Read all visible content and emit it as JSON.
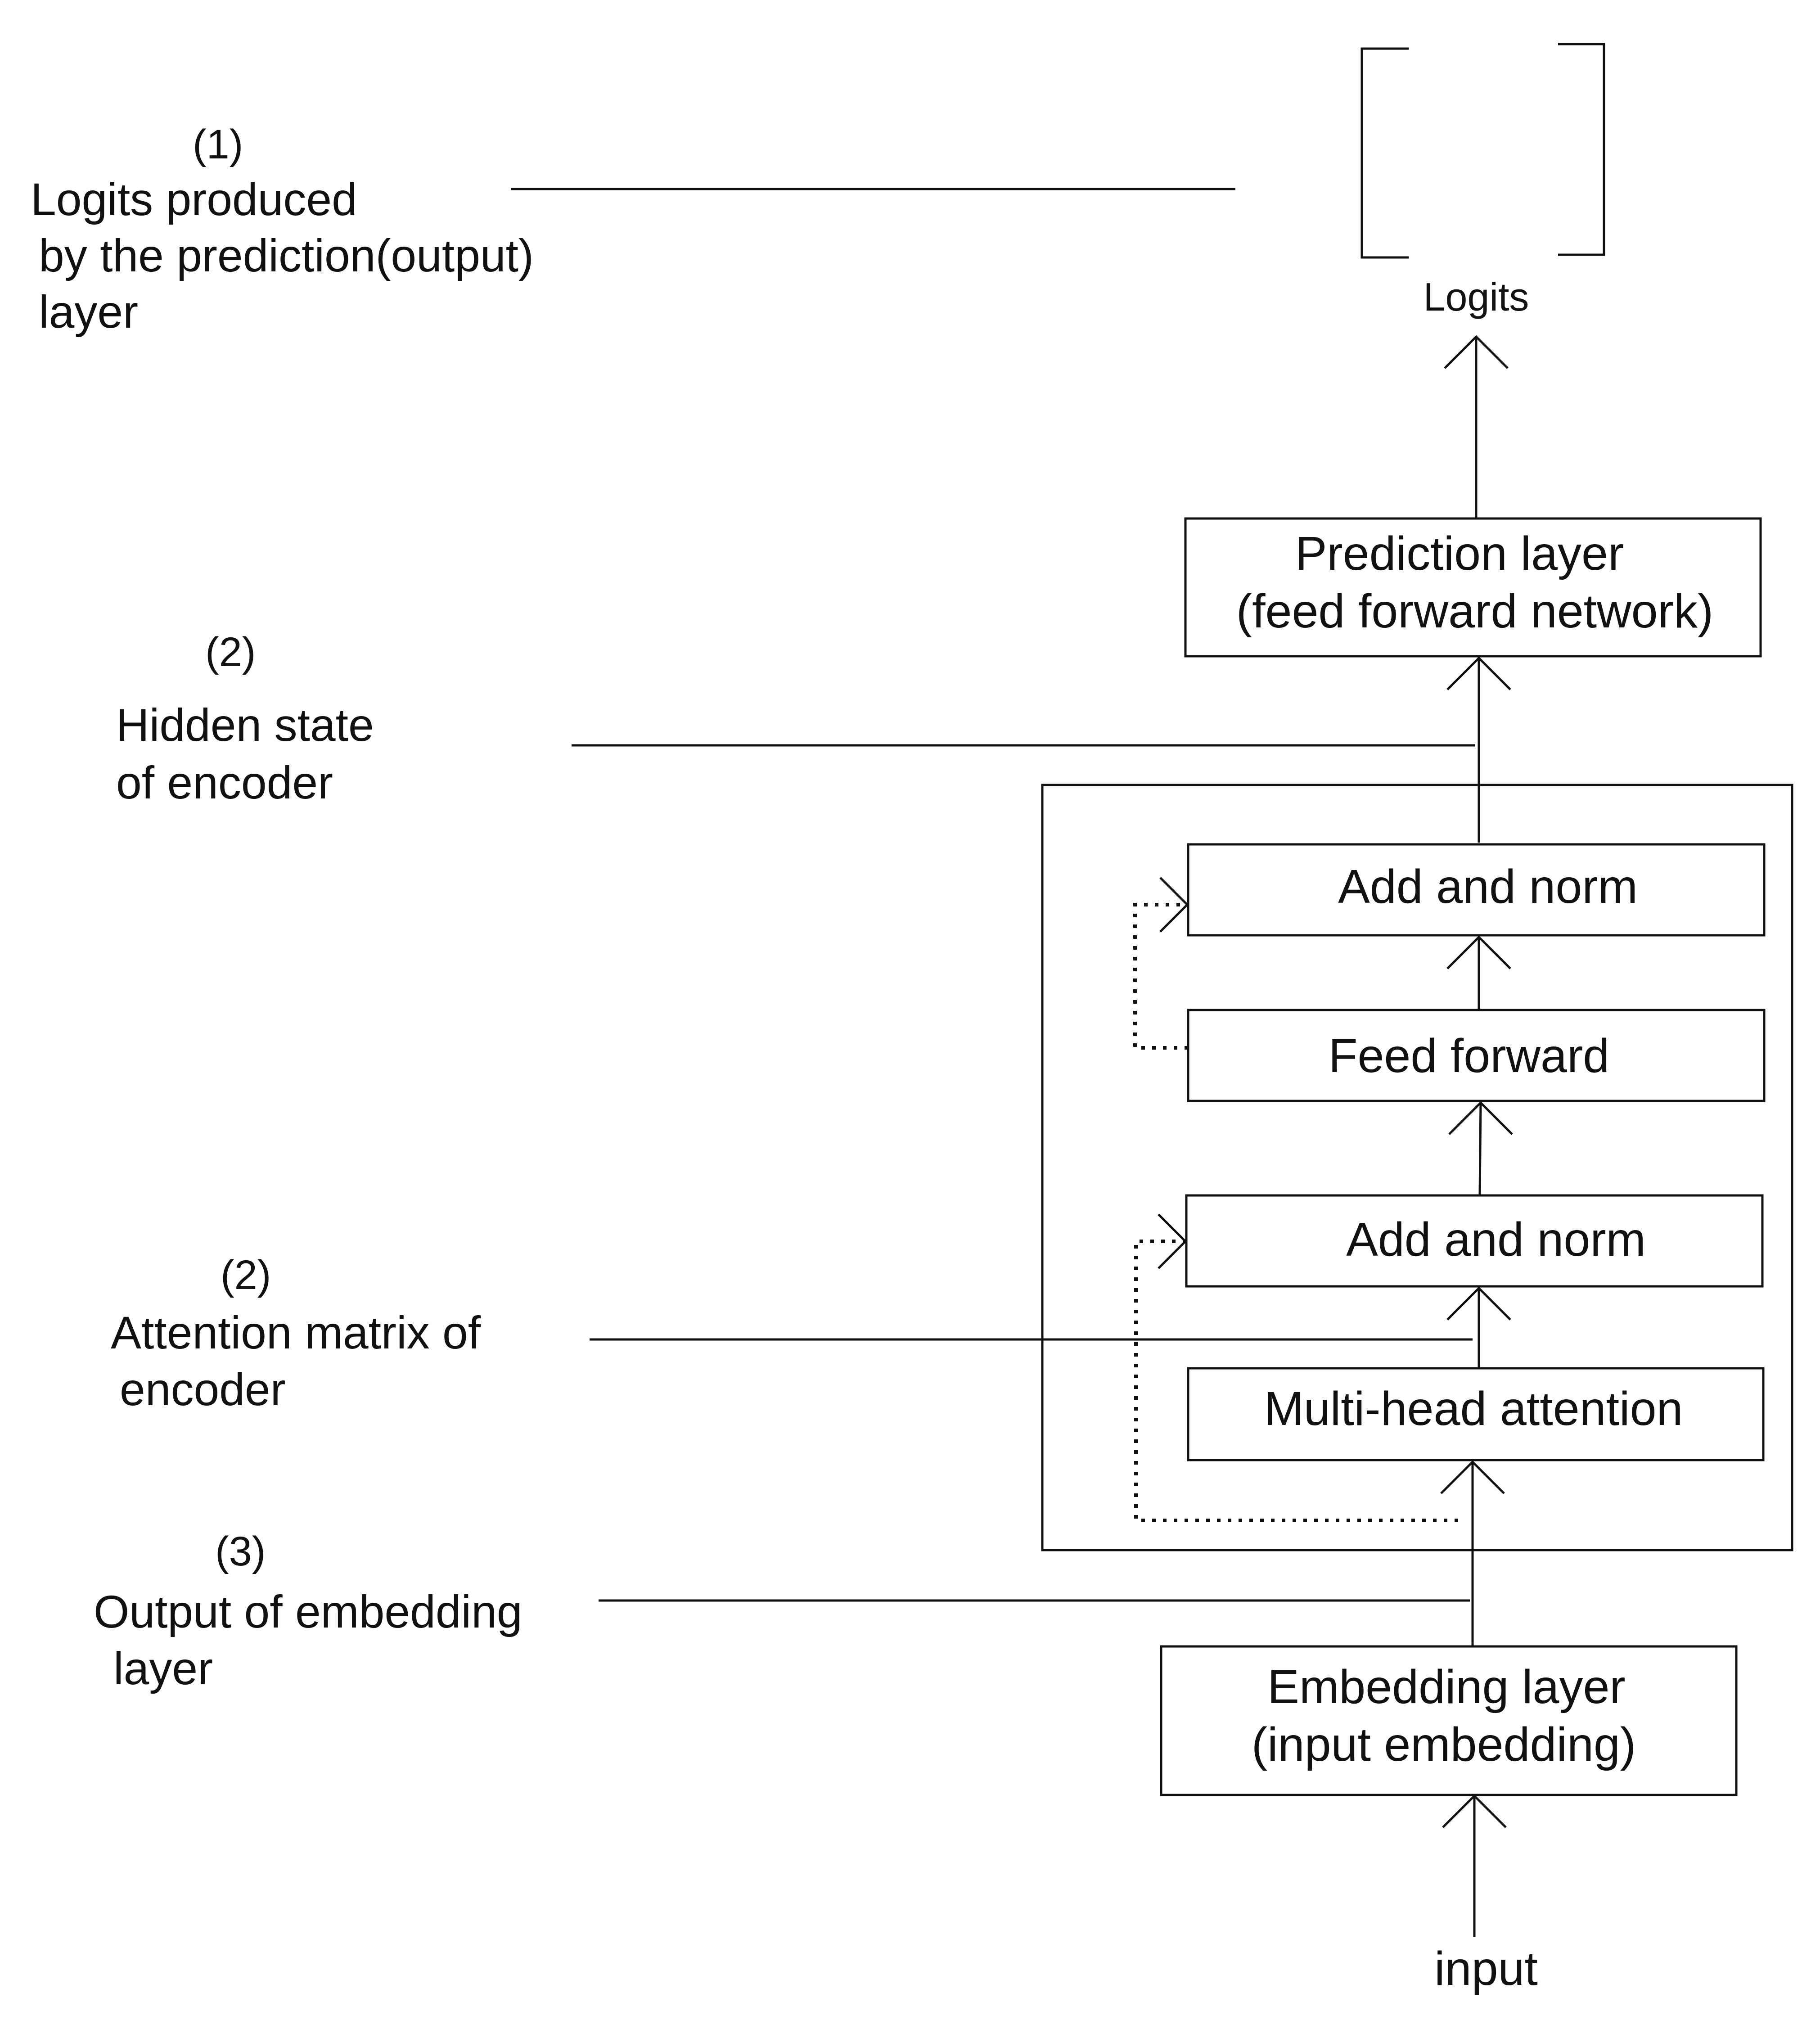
{
  "annotations": {
    "logits": {
      "number": "(1)",
      "lines": [
        "Logits produced",
        "by the prediction(output)",
        "layer"
      ]
    },
    "hidden_state": {
      "number": "(2)",
      "lines": [
        "Hidden state",
        "of encoder"
      ]
    },
    "attention": {
      "number": "(2)",
      "lines": [
        "Attention matrix of",
        "encoder"
      ]
    },
    "embedding_output": {
      "number": "(3)",
      "lines": [
        "Output of embedding",
        "layer"
      ]
    }
  },
  "blocks": {
    "logits_label": "Logits",
    "prediction_layer": [
      "Prediction layer",
      "(feed forward network)"
    ],
    "add_norm_top": "Add and norm",
    "feed_forward": "Feed forward",
    "add_norm_bottom": "Add and norm",
    "multi_head_attention": "Multi-head attention",
    "embedding_layer": [
      "Embedding layer",
      "(input embedding)"
    ],
    "input_label": "input"
  }
}
